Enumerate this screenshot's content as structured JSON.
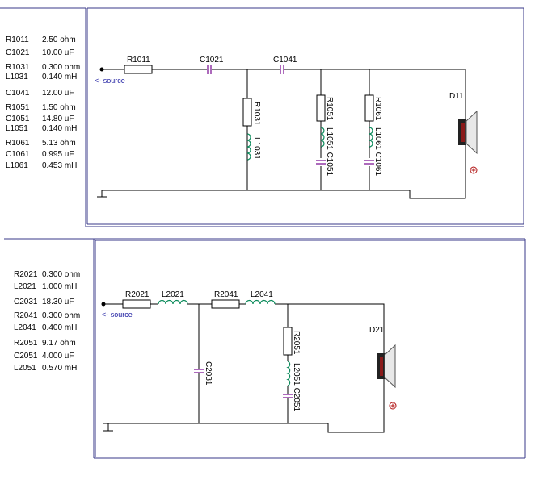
{
  "circuit1": {
    "parts": [
      {
        "name": "R1011",
        "value": "2.50 ohm"
      },
      {
        "name": "C1021",
        "value": "10.00 uF"
      },
      {
        "name": "R1031",
        "value": "0.300 ohm"
      },
      {
        "name": "L1031",
        "value": "0.140 mH"
      },
      {
        "name": "C1041",
        "value": "12.00 uF"
      },
      {
        "name": "R1051",
        "value": "1.50 ohm"
      },
      {
        "name": "C1051",
        "value": "14.80 uF"
      },
      {
        "name": "L1051",
        "value": "0.140 mH"
      },
      {
        "name": "R1061",
        "value": "5.13 ohm"
      },
      {
        "name": "C1061",
        "value": "0.995 uF"
      },
      {
        "name": "L1061",
        "value": "0.453 mH"
      }
    ],
    "labels": {
      "R1011": "R1011",
      "C1021": "C1021",
      "C1041": "C1041",
      "R1031": "R1031",
      "L1031": "L1031",
      "R1051": "R1051",
      "L1051_C1051": "L1051 C1051",
      "R1061": "R1061",
      "L1061_C1061": "L1061 C1061",
      "D11": "D11"
    },
    "source": "<- source"
  },
  "circuit2": {
    "parts": [
      {
        "name": "R2021",
        "value": "0.300 ohm"
      },
      {
        "name": "L2021",
        "value": "1.000 mH"
      },
      {
        "name": "C2031",
        "value": "18.30 uF"
      },
      {
        "name": "R2041",
        "value": "0.300 ohm"
      },
      {
        "name": "L2041",
        "value": "0.400 mH"
      },
      {
        "name": "R2051",
        "value": "9.17 ohm"
      },
      {
        "name": "C2051",
        "value": "4.000 uF"
      },
      {
        "name": "L2051",
        "value": "0.570 mH"
      }
    ],
    "labels": {
      "R2021": "R2021",
      "L2021": "L2021",
      "R2041": "R2041",
      "L2041": "L2041",
      "C2031": "C2031",
      "R2051": "R2051",
      "L2051_C2051": "L2051 C2051",
      "D21": "D21"
    },
    "source": "<- source"
  },
  "colors": {
    "frame": "#3a3a8a",
    "inductor": "#0a8a5a",
    "capacitor": "#8a2aa0",
    "driver": "#8a1a1a",
    "source_text": "#1a1aa0"
  }
}
